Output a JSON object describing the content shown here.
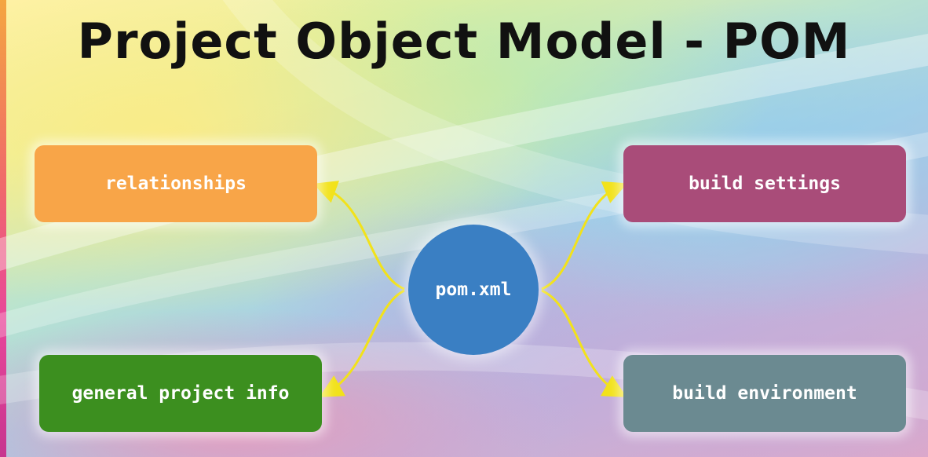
{
  "title": "Project Object Model - POM",
  "center": {
    "label": "pom.xml"
  },
  "nodes": {
    "relationships": {
      "label": "relationships",
      "color": "#f8a548"
    },
    "build_settings": {
      "label": "build settings",
      "color": "#a94c79"
    },
    "general_info": {
      "label": "general project info",
      "color": "#3c8f1f"
    },
    "build_environment": {
      "label": "build environment",
      "color": "#6b8a91"
    }
  },
  "colors": {
    "hub": "#3a7fc3",
    "arrow": "#f2e21a",
    "title_text": "#111111"
  }
}
